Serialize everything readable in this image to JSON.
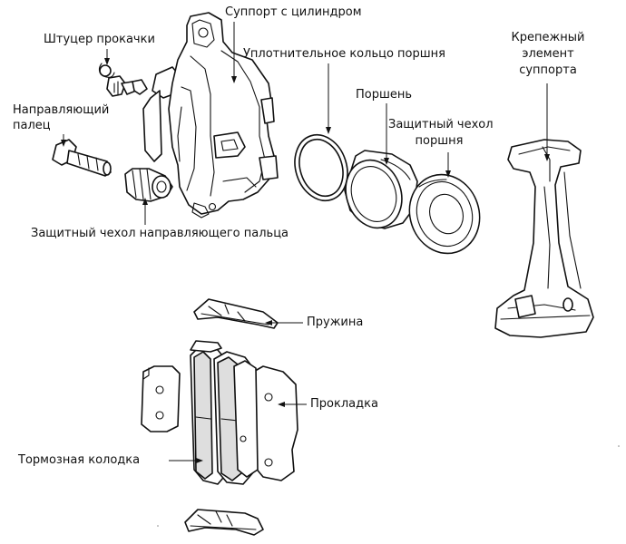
{
  "labels": {
    "caliper": "Суппорт с цилиндром",
    "bleeder": "Штуцер прокачки",
    "piston_seal": "Уплотнительное кольцо поршня",
    "guide_pin_line1": "Направляющий",
    "guide_pin_line2": "палец",
    "piston": "Поршень",
    "piston_boot_line1": "Защитный чехол",
    "piston_boot_line2": "поршня",
    "bracket_line1": "Крепежный",
    "bracket_line2": "элемент",
    "bracket_line3": "суппорта",
    "guide_pin_boot": "Защитный чехол направляющего пальца",
    "spring": "Пружина",
    "shim": "Прокладка",
    "brake_pad": "Тормозная колодка"
  }
}
